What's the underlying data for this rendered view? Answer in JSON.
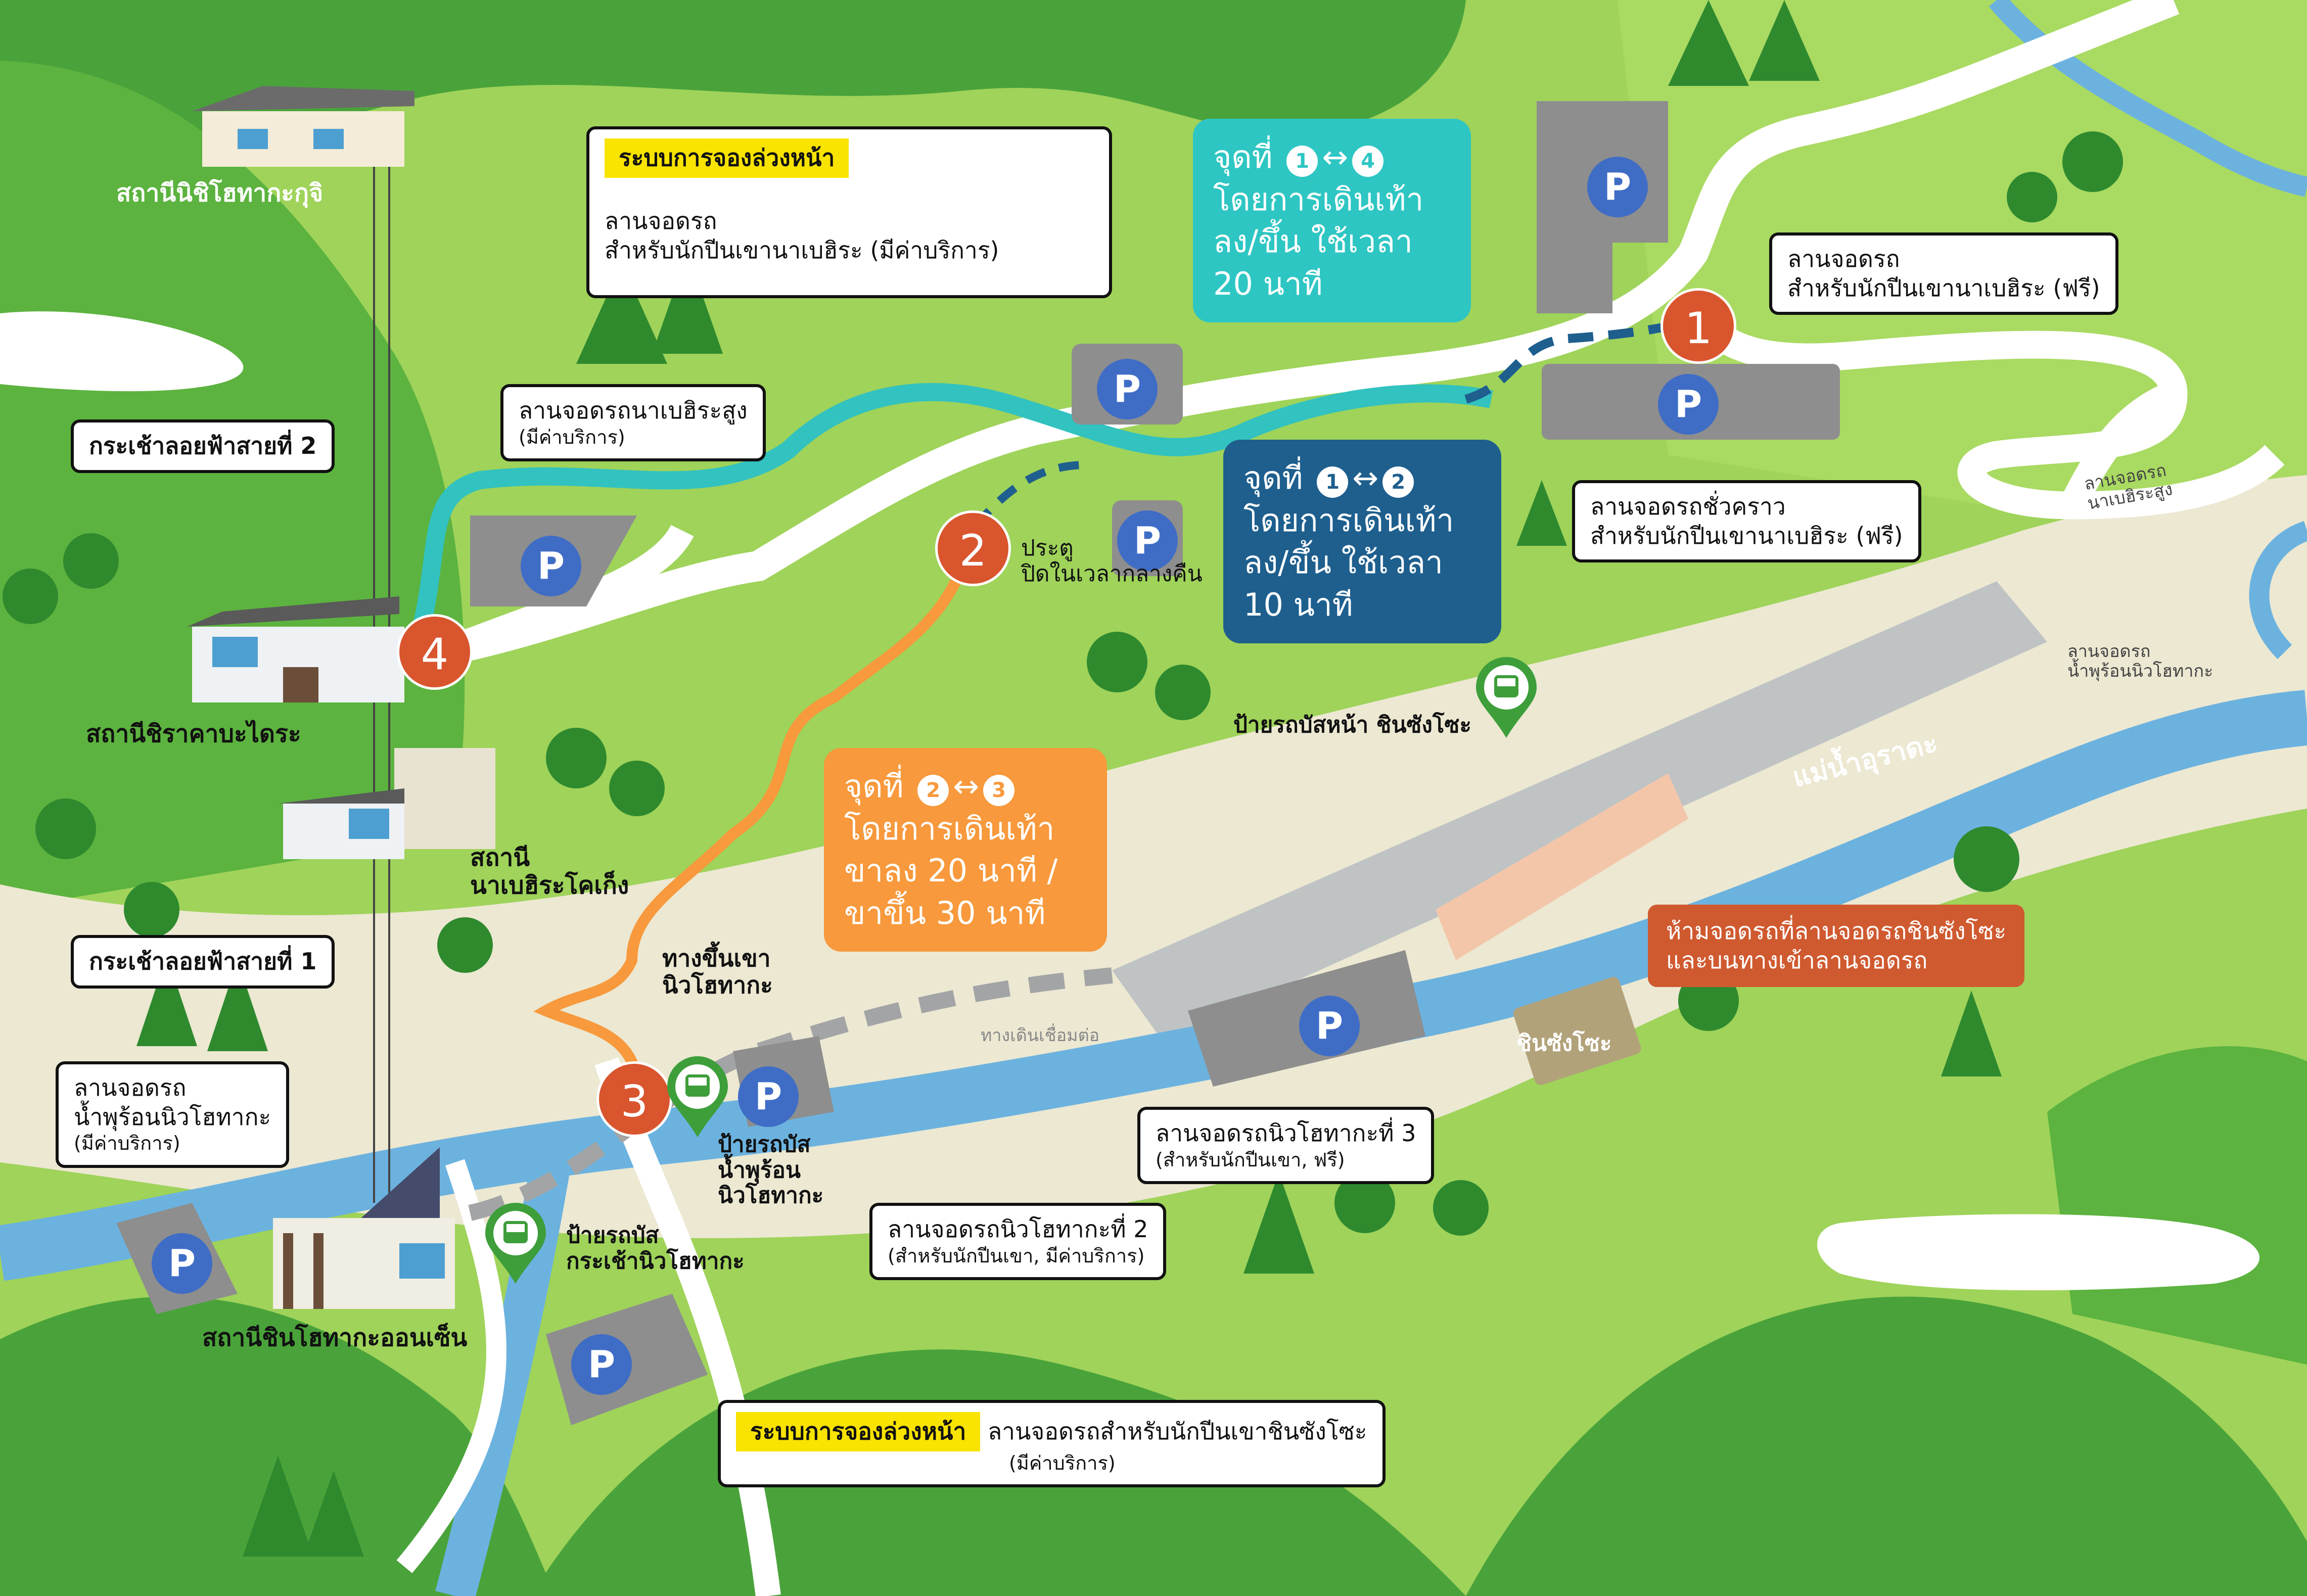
{
  "colors": {
    "grass": "#9fd35a",
    "hill": "#4aa33a",
    "river": "#6cb2df",
    "road": "#ffffff",
    "trail_teal": "#32c2c0",
    "trail_orange": "#f7993c",
    "parking": "#8e8e8e",
    "marker_orange": "#d9552e",
    "marker_blue": "#3f6dc6",
    "callout_teal": "#2ec6c3",
    "callout_navy": "#1e5f8e",
    "callout_orange": "#f7993c",
    "warning_red": "#d05a30",
    "tag_yellow": "#f9e300",
    "bus_green": "#3d9e3a"
  },
  "icons": {
    "parking": "parking-icon",
    "bus": "bus-icon"
  },
  "stations": {
    "nishi": "สถานีนิชิโฮทากะกุจิ",
    "shirakaba": "สถานีชิราคาบะไดระ",
    "nabe_line1": "สถานี",
    "nabe_line2": "นาเบฮิระโคเก็ง",
    "shin": "สถานีชินโฮทากะออนเซ็น"
  },
  "ropeways": {
    "line2": "กระเช้าลอยฟ้าสายที่ 2",
    "line1": "กระเช้าลอยฟ้าสายที่ 1"
  },
  "reservation_tag": "ระบบการจองล่วงหน้า",
  "markers": {
    "m1": "1",
    "m2": "2",
    "m3": "3",
    "m4": "4"
  },
  "parking_symbol": "P",
  "labels": {
    "nabe_paid_line1": "ลานจอดรถ",
    "nabe_paid_line2": "สำหรับนักปีนเขานาเบฮิระ (มีค่าบริการ)",
    "nabe_free_line1": "ลานจอดรถ",
    "nabe_free_line2": "สำหรับนักปีนเขานาเบฮิระ (ฟรี)",
    "nabe_high_line1": "ลานจอดรถนาเบฮิระสูง",
    "nabe_high_line2": "(มีค่าบริการ)",
    "temp_line1": "ลานจอดรถชั่วคราว",
    "temp_line2": "สำหรับนักปีนเขานาเบฮิระ (ฟรี)",
    "onsen_line1": "ลานจอดรถ",
    "onsen_line2": "น้ำพุร้อนนิวโฮทากะ",
    "onsen_line3": "(มีค่าบริการ)",
    "p3_line1": "ลานจอดรถนิวโฮทากะที่ 3",
    "p3_line2": "(สำหรับนักปีนเขา, ฟรี)",
    "p2_line1": "ลานจอดรถนิวโฮทากะที่ 2",
    "p2_line2": "(สำหรับนักปีนเขา, มีค่าบริการ)",
    "shin_line1": "ลานจอดรถสำหรับนักปีนเขาชินซังโซะ",
    "shin_line2": "(มีค่าบริการ)",
    "warning_line1": "ห้ามจอดรถที่ลานจอดรถชินซังโซะ",
    "warning_line2": "และบนทางเข้าลานจอดรถ"
  },
  "callouts": {
    "c14": {
      "prefix": "จุดที่",
      "a": "1",
      "arrow": "↔",
      "b": "4",
      "line2": "โดยการเดินเท้า",
      "line3": "ลง/ขึ้น ใช้เวลา",
      "line4": "20 นาที"
    },
    "c12": {
      "prefix": "จุดที่",
      "a": "1",
      "arrow": "↔",
      "b": "2",
      "line2": "โดยการเดินเท้า",
      "line3": "ลง/ขึ้น ใช้เวลา",
      "line4": "10 นาที"
    },
    "c23": {
      "prefix": "จุดที่",
      "a": "2",
      "arrow": "↔",
      "b": "3",
      "line2": "โดยการเดินเท้า",
      "line3": "ขาลง 20 นาที /",
      "line4": "ขาขึ้น 30 นาที"
    }
  },
  "places": {
    "gate_line1": "ประตู",
    "gate_line2": "ปิดในเวลากลางคืน",
    "bus_shin_front": "ป้ายรถบัสหน้า ชินซังโซะ",
    "river": "แม่น้ำอุราดะ",
    "trail_line1": "ทางขึ้นเขา",
    "trail_line2": "นิวโฮทากะ",
    "connector": "ทางเดินเชื่อมต่อ",
    "shinsanso": "ชินซังโซะ",
    "bus_onsen_line1": "ป้ายรถบัส",
    "bus_onsen_line2": "น้ำพุร้อน",
    "bus_onsen_line3": "นิวโฮทากะ",
    "bus_rope_line1": "ป้ายรถบัส",
    "bus_rope_line2": "กระเช้านิวโฮทากะ",
    "to_nabe_line1": "ลานจอดรถ",
    "to_nabe_line2": "นาเบฮิระสูง",
    "to_onsen_line1": "ลานจอดรถ",
    "to_onsen_line2": "น้ำพุร้อนนิวโฮทากะ"
  }
}
